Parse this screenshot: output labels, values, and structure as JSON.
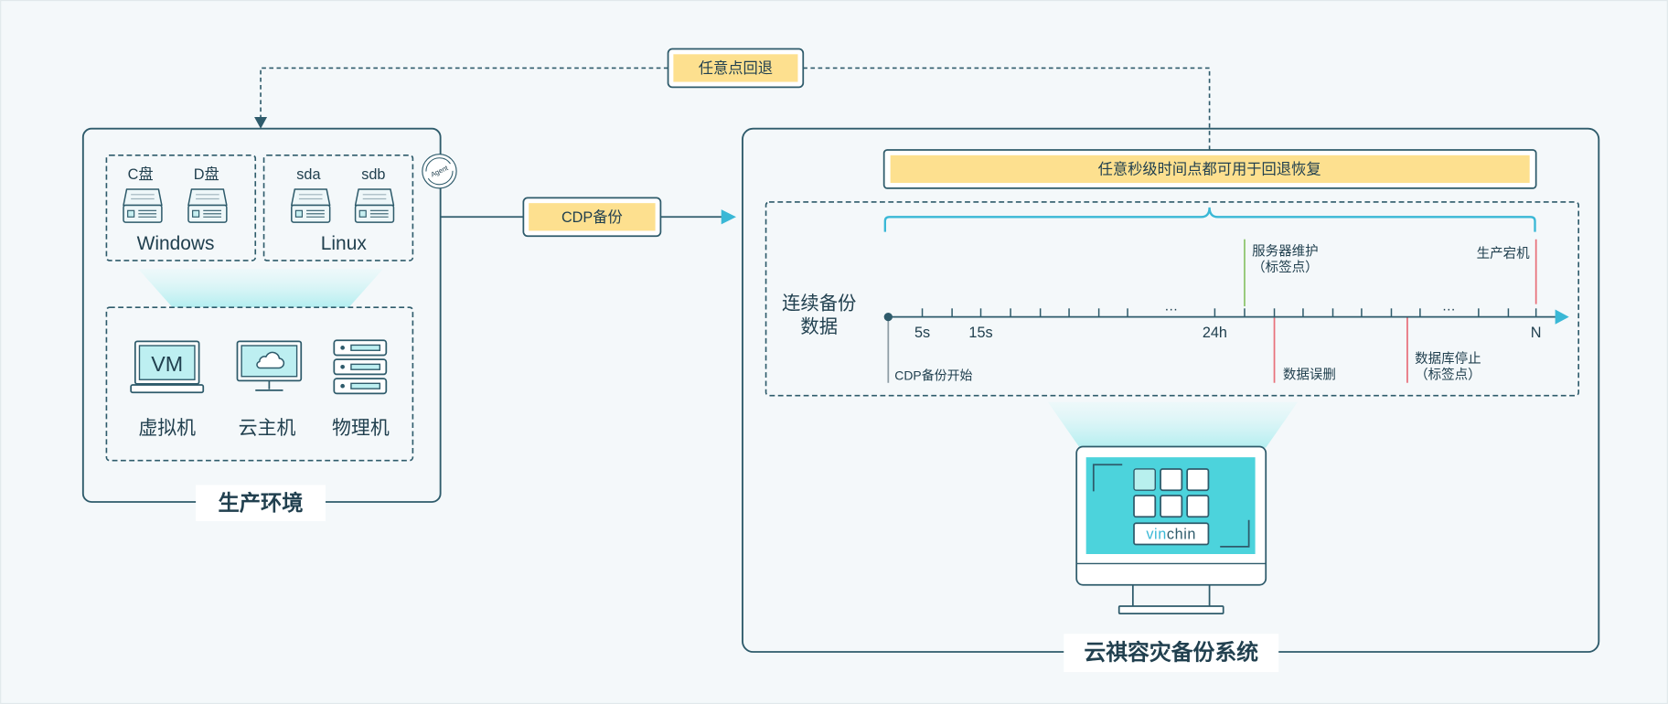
{
  "rollback": {
    "label": "任意点回退"
  },
  "cdp": {
    "label": "CDP备份"
  },
  "production": {
    "title": "生产环境",
    "windows": {
      "name": "Windows",
      "disks": [
        "C盘",
        "D盘"
      ]
    },
    "linux": {
      "name": "Linux",
      "disks": [
        "sda",
        "sdb"
      ]
    },
    "agent": "Agent",
    "vm_screen_text": "VM",
    "hosts": [
      "虚拟机",
      "云主机",
      "物理机"
    ]
  },
  "system": {
    "title": "云祺容灾备份系统",
    "banner": "任意秒级时间点都可用于回退恢复",
    "timeline": {
      "label_lines": [
        "连续备份",
        "数据"
      ],
      "tick_labels": [
        "5s",
        "15s",
        "24h",
        "N"
      ],
      "ellipsis": "…",
      "events": [
        {
          "lines": [
            "CDP备份开始"
          ],
          "color": "#8d9ca4"
        },
        {
          "lines": [
            "服务器维护",
            "（标签点）"
          ],
          "color": "#8cc46c"
        },
        {
          "lines": [
            "数据误删"
          ],
          "color": "#e8717b"
        },
        {
          "lines": [
            "数据库停止",
            "（标签点）"
          ],
          "color": "#e8717b"
        },
        {
          "lines": [
            "生产宕机"
          ],
          "color": "#e8717b"
        }
      ]
    },
    "logo": {
      "part1": "vin",
      "part2": "chin"
    }
  },
  "icons": [
    "disk-icon",
    "agent-icon",
    "laptop-icon",
    "cloud-monitor-icon",
    "server-icon",
    "monitor-icon",
    "arrow-down-icon",
    "arrow-right-icon"
  ],
  "colors": {
    "line": "#2e5b6b",
    "accent": "#3ab8d6",
    "highlight": "#fde08f",
    "screen": "#4cd3dc"
  }
}
